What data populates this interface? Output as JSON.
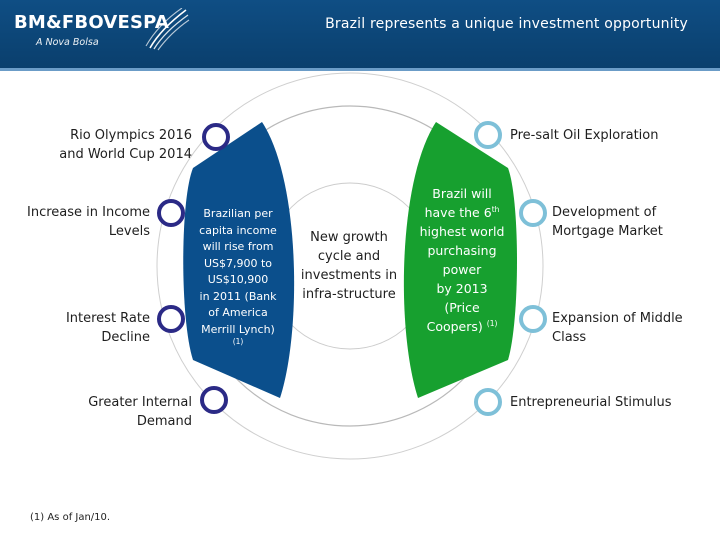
{
  "header": {
    "logo_name": "BM&FBOVESPA",
    "logo_tagline": "A Nova Bolsa",
    "title": "Brazil represents a unique investment opportunity"
  },
  "left_labels": [
    {
      "line1": "Rio Olympics 2016",
      "line2": "and World Cup 2014"
    },
    {
      "line1": "Increase in Income",
      "line2": "Levels"
    },
    {
      "line1": "Interest Rate",
      "line2": "Decline"
    },
    {
      "line1": "Greater Internal",
      "line2": "Demand"
    }
  ],
  "right_labels": [
    {
      "line1": "Pre-salt Oil Exploration",
      "line2": ""
    },
    {
      "line1": "Development of",
      "line2": "Mortgage Market"
    },
    {
      "line1": "Expansion of Middle",
      "line2": "Class"
    },
    {
      "line1": "Entrepreneurial Stimulus",
      "line2": ""
    }
  ],
  "center": {
    "lines": [
      "New growth",
      "cycle and",
      "investments in",
      "infra-structure"
    ]
  },
  "blue_panel": {
    "lines": [
      "Brazilian per",
      "capita income",
      "will rise from",
      "US$7,900 to",
      "US$10,900",
      "in 2011 (Bank",
      "of America",
      "Merrill Lynch)"
    ],
    "footnote_marker": "(1)"
  },
  "green_panel": {
    "line1": "Brazil will",
    "line2_main": "have the 6",
    "line2_sup": "th",
    "line3": "highest world",
    "line4": "purchasing",
    "line5": "power",
    "line6": "by 2013",
    "line7": "(Price",
    "line8_main": "Coopers)",
    "line8_sup": "(1)"
  },
  "footnote": "(1) As of Jan/10.",
  "colors": {
    "header_bg": "#0f4e84",
    "blue_panel": "#0b4f8c",
    "green_panel": "#17a02f",
    "node_left": "#2b2a86",
    "node_right": "#7ec0d8"
  }
}
